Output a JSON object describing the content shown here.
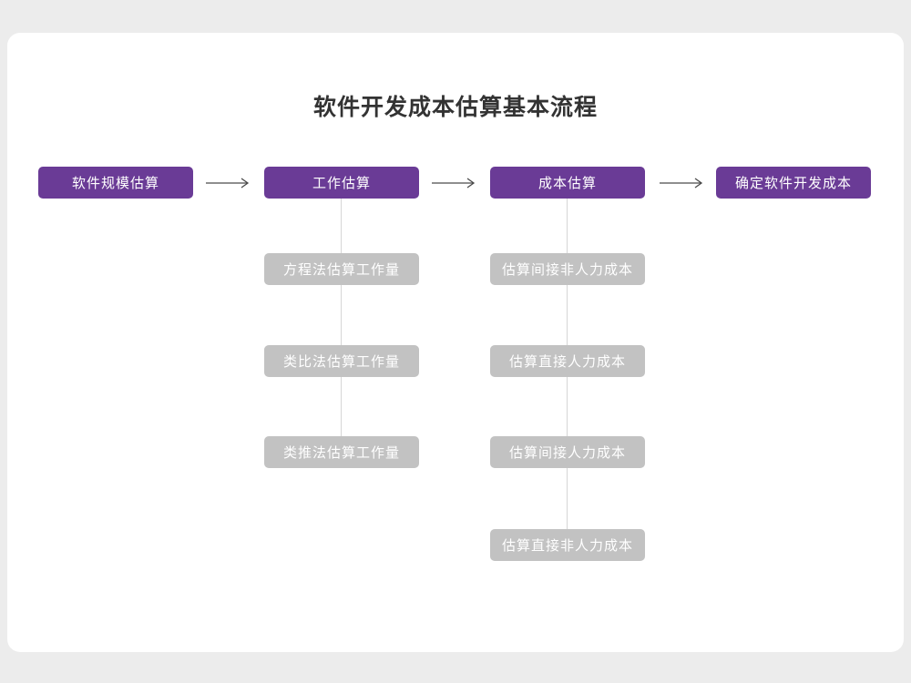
{
  "title": "软件开发成本估算基本流程",
  "flow": {
    "steps": [
      {
        "label": "软件规模估算"
      },
      {
        "label": "工作估算"
      },
      {
        "label": "成本估算"
      },
      {
        "label": "确定软件开发成本"
      }
    ]
  },
  "work_methods": [
    "方程法估算工作量",
    "类比法估算工作量",
    "类推法估算工作量"
  ],
  "cost_items": [
    "估算间接非人力成本",
    "估算直接人力成本",
    "估算间接人力成本",
    "估算直接非人力成本"
  ],
  "colors": {
    "primary": "#6a3b96",
    "secondary": "#c2c2c2",
    "background": "#ececec",
    "card": "#ffffff",
    "connector": "#d6d6d6",
    "arrow": "#4a4a4a"
  }
}
